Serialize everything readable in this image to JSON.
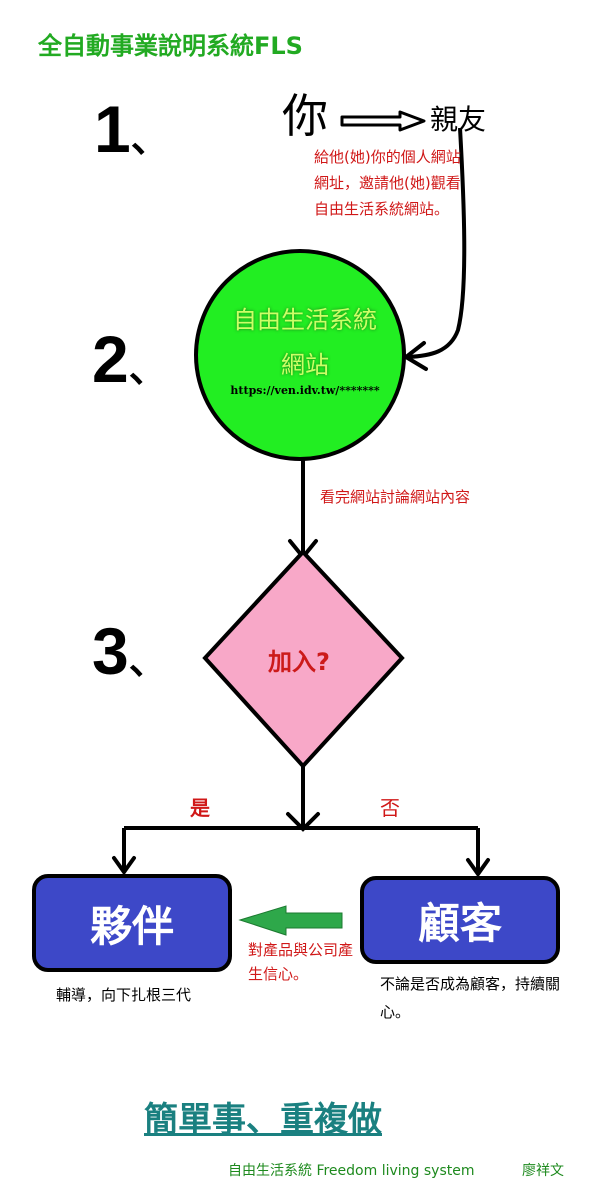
{
  "title": "全自動事業說明系統FLS",
  "steps": {
    "s1": "1",
    "s2": "2",
    "s3": "3",
    "separator": "、"
  },
  "nodes": {
    "you": "你",
    "friend": "親友",
    "site_line1": "自由生活系統",
    "site_line2": "網站",
    "site_url": "https://ven.idv.tw/*******",
    "join_question": "加入?",
    "partner": "夥伴",
    "customer": "顧客"
  },
  "notes": {
    "invite": "給他(她)你的個人網站網址，邀請他(她)觀看自由生活系統網站。",
    "discuss": "看完網站討論網站內容",
    "yes": "是",
    "no": "否",
    "trust": "對產品與公司產生信心。",
    "partner_note": "輔導，向下扎根三代",
    "customer_note": "不論是否成為顧客，持續關心。"
  },
  "slogan": "簡單事、重複做",
  "footer": {
    "brand": "自由生活系統 Freedom living system",
    "author": "廖祥文"
  },
  "colors": {
    "title": "#22aa22",
    "circle": "#22ee22",
    "diamond": "#f8a8c8",
    "box": "#3d48c8",
    "note_red": "#d01818",
    "green_arrow": "#2ea84a",
    "slogan": "#1a8080"
  }
}
